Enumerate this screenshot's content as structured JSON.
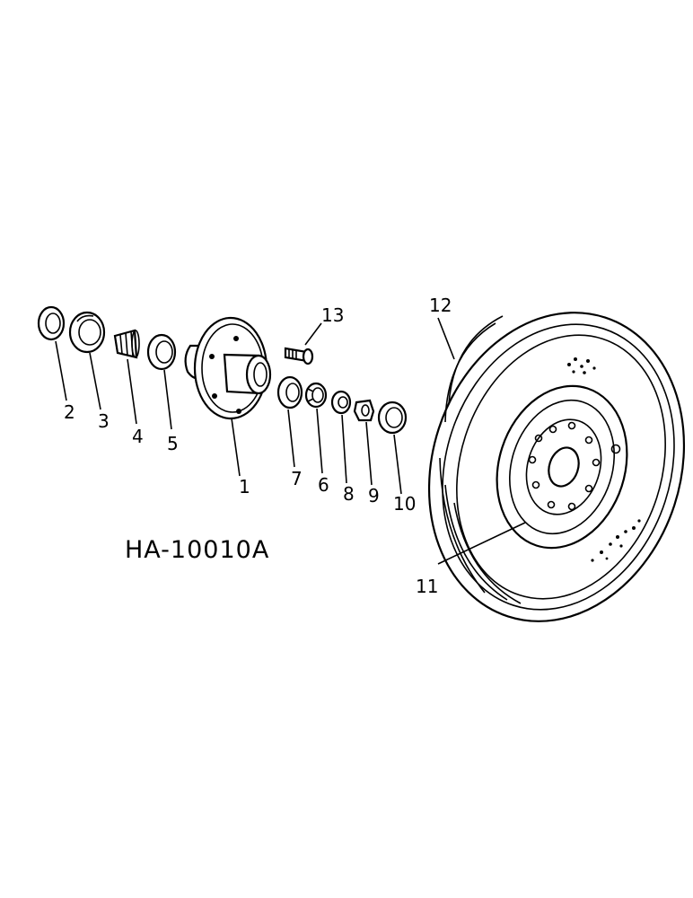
{
  "diagram": {
    "drawing_code": "HA-10010A",
    "callouts": {
      "c1": "1",
      "c2": "2",
      "c3": "3",
      "c4": "4",
      "c5": "5",
      "c6": "6",
      "c7": "7",
      "c8": "8",
      "c9": "9",
      "c10": "10",
      "c11": "11",
      "c12": "12",
      "c13": "13"
    }
  }
}
